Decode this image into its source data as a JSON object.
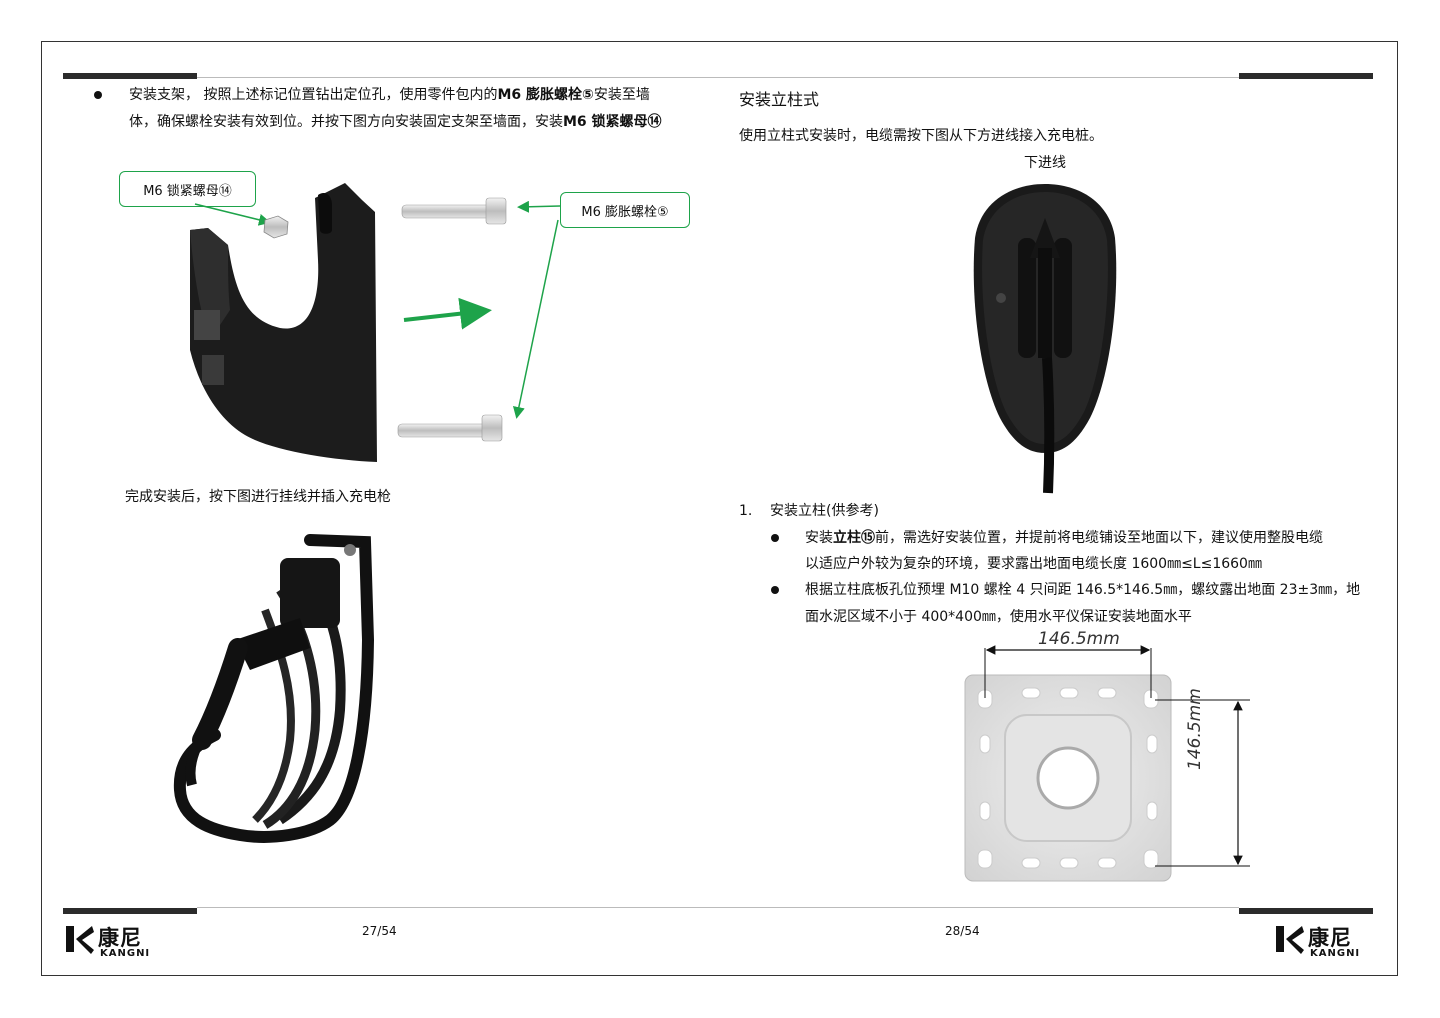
{
  "left_page": {
    "bullet1_line1_a": "安装支架，  按照上述标记位置钻出定位孔，使用零件包内的",
    "bullet1_line1_b": "M6 膨胀螺栓⑤",
    "bullet1_line1_c": "安装至墙",
    "bullet1_line2_a": "体，确保螺栓安装有效到位。并按下图方向安装固定支架至墙面，安装",
    "bullet1_line2_b": "M6 锁紧螺母⑭",
    "callout_nut": "M6 锁紧螺母⑭",
    "callout_bolt": "M6 膨胀螺栓⑤",
    "completion_text": "完成安装后，按下图进行挂线并插入充电枪",
    "page_number": "27/54"
  },
  "right_page": {
    "section_title": "安装立柱式",
    "intro_text": "使用立柱式安装时，电缆需按下图从下方进线接入充电桩。",
    "figure_label": "下进线",
    "step1_number": "1.",
    "step1_title": "安装立柱(供参考)",
    "bullet1_line1_a": "安装",
    "bullet1_line1_b": "立柱⑮",
    "bullet1_line1_c": "前，需选好安装位置，并提前将电缆铺设至地面以下，建议使用整股电缆",
    "bullet1_line2": "以适应户外较为复杂的环境，要求露出地面电缆长度 1600㎜≤L≤1660㎜",
    "bullet2_line1": "根据立柱底板孔位预埋 M10 螺栓 4 只间距 146.5*146.5㎜，螺纹露出地面 23±3㎜，地",
    "bullet2_line2": "面水泥区域不小于 400*400㎜，使用水平仪保证安装地面水平",
    "dim_horizontal": "146.5mm",
    "dim_vertical": "146.5mm",
    "page_number": "28/54"
  },
  "logo": {
    "name_cn": "康尼",
    "name_en": "KANGNI"
  },
  "colors": {
    "accent_green": "#1ea34a",
    "rule_dark": "#2b2b2b"
  }
}
